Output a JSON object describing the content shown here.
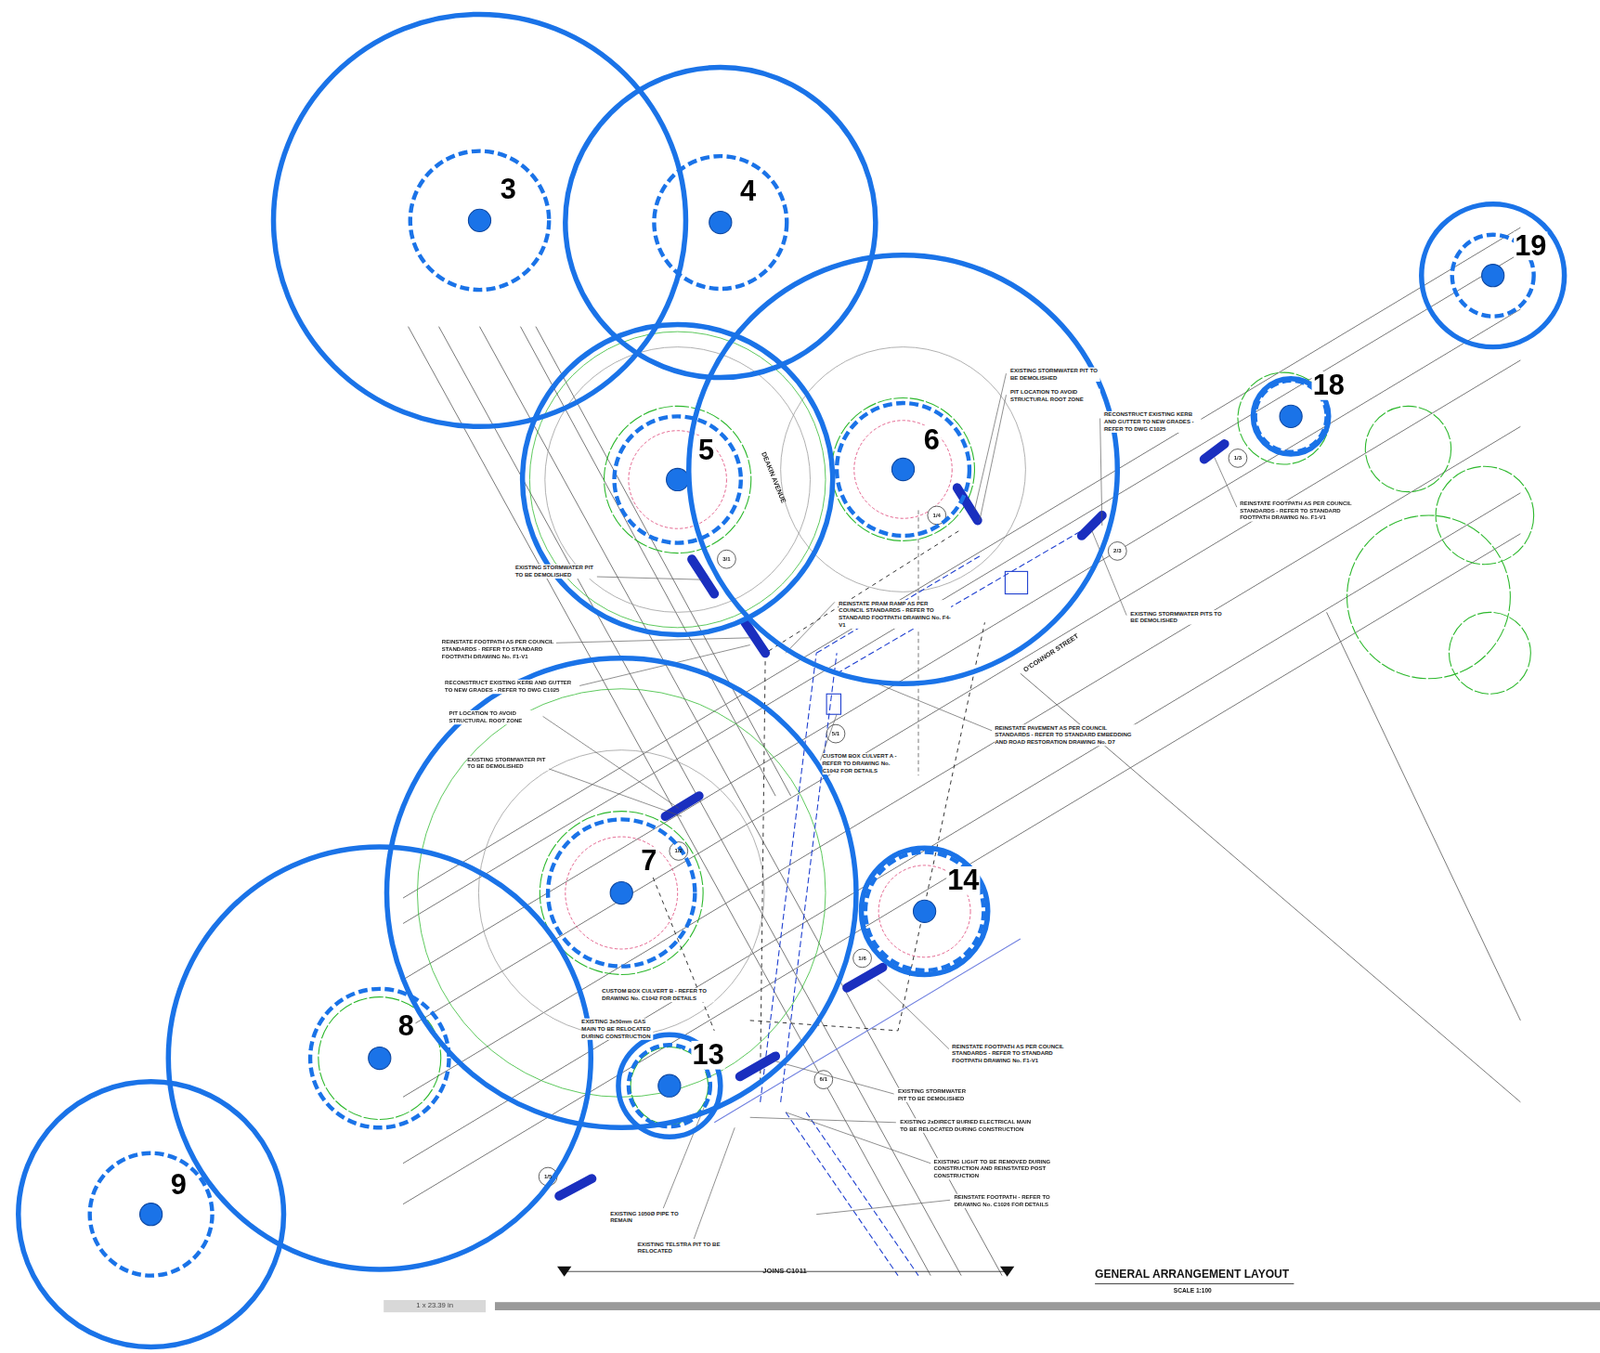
{
  "diagram": {
    "title": "GENERAL ARRANGEMENT LAYOUT",
    "caption": "SCALE 1:100",
    "nodes": [
      {
        "text": [
          "3"
        ]
      },
      {
        "text": [
          "4"
        ]
      },
      {
        "text": [
          "5"
        ]
      },
      {
        "text": [
          "6"
        ]
      },
      {
        "text": [
          "19"
        ]
      },
      {
        "text": [
          "18"
        ]
      },
      {
        "text": [
          "7"
        ]
      },
      {
        "text": [
          "14"
        ]
      },
      {
        "text": [
          "8"
        ]
      },
      {
        "text": [
          "13"
        ]
      },
      {
        "text": [
          "9"
        ]
      }
    ],
    "labels": [
      "EXISTING STORMWATER PIT TO BE DEMOLISHED",
      "PIT LOCATION TO AVOID STRUCTURAL ROOT ZONE",
      "RECONSTRUCT EXISTING KERB AND GUTTER TO NEW GRADES - REFER TO DWG C1025",
      "REINSTATE FOOTPATH AS PER COUNCIL STANDARDS - REFER TO STANDARD FOOTPATH DRAWING No. F1-V1",
      "EXISTING STORMWATER PITS TO BE DEMOLISHED",
      "EXISTING STORMWATER PIT TO BE DEMOLISHED",
      "REINSTATE PRAM RAMP AS PER COUNCIL STANDARDS - REFER TO STANDARD FOOTPATH DRAWING No. F4-V1",
      "REINSTATE FOOTPATH AS PER COUNCIL STANDARDS - REFER TO STANDARD FOOTPATH DRAWING No. F1-V1",
      "RECONSTRUCT EXISTING KERB AND GUTTER TO NEW GRADES - REFER TO DWG C1025",
      "PIT LOCATION TO AVOID STRUCTURAL ROOT ZONE",
      "EXISTING STORMWATER PIT TO BE DEMOLISHED",
      "REINSTATE PAVEMENT AS PER COUNCIL STANDARDS - REFER TO STANDARD EMBEDDING AND ROAD RESTORATION DRAWING No. D7",
      "CUSTOM BOX CULVERT A - REFER TO DRAWING No. C1042 FOR DETAILS",
      "CUSTOM BOX CULVERT B - REFER TO DRAWING No. C1042 FOR DETAILS",
      "EXISTING 3x50mm GAS MAIN TO BE RELOCATED DURING CONSTRUCTION",
      "REINSTATE FOOTPATH AS PER COUNCIL STANDARDS - REFER TO STANDARD FOOTPATH DRAWING No. F1-V1",
      "EXISTING STORMWATER PIT TO BE DEMOLISHED",
      "EXISTING 2xDIRECT BURIED ELECTRICAL MAIN TO BE RELOCATED DURING CONSTRUCTION",
      "EXISTING LIGHT TO BE REMOVED DURING CONSTRUCTION AND REINSTATED POST CONSTRUCTION",
      "REINSTATE FOOTPATH - REFER TO DRAWING No. C1026 FOR DETAILS",
      "EXISTING 1050Ø PIPE TO REMAIN",
      "EXISTING TELSTRA PIT TO BE RELOCATED",
      "DEAKIN AVENUE",
      "O'CONNOR STREET",
      "JOINS C1011",
      "1 x 23.39 in",
      "1/4",
      "3/1",
      "2/3",
      "1/3",
      "1/2",
      "1/6",
      "6/1",
      "1/5",
      "5/1"
    ]
  }
}
